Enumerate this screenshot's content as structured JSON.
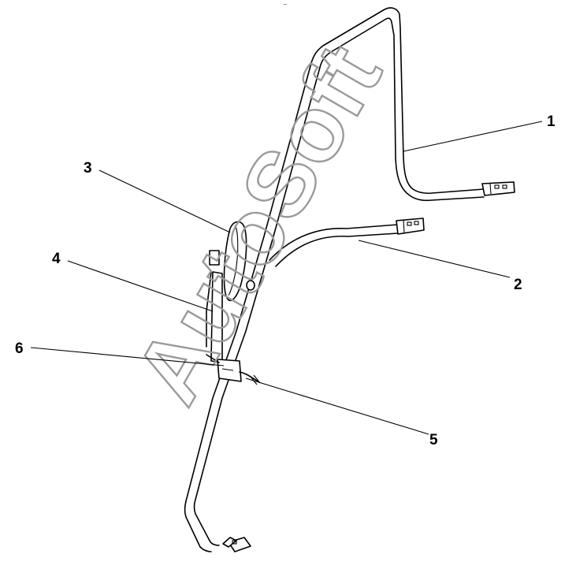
{
  "diagram": {
    "callouts": [
      "1",
      "2",
      "3",
      "4",
      "5",
      "6"
    ],
    "top_mark": "~",
    "watermark": "AutoSoft"
  }
}
